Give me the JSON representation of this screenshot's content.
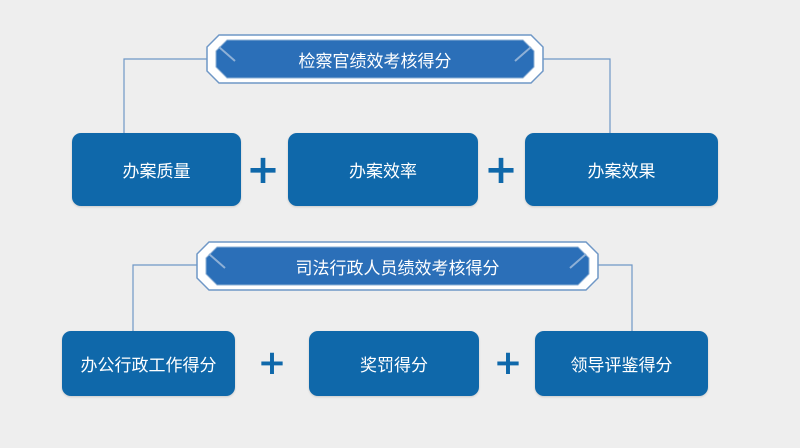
{
  "group1": {
    "title": "检察官绩效考核得分",
    "items": [
      "办案质量",
      "办案效率",
      "办案效果"
    ],
    "operator": "+"
  },
  "group2": {
    "title": "司法行政人员绩效考核得分",
    "items": [
      "办公行政工作得分",
      "奖罚得分",
      "领导评鉴得分"
    ],
    "operator": "+"
  },
  "colors": {
    "box": "#0f68aa",
    "banner": "#2b6fb8",
    "connector": "#6f97c6",
    "background": "#eeeeee"
  }
}
